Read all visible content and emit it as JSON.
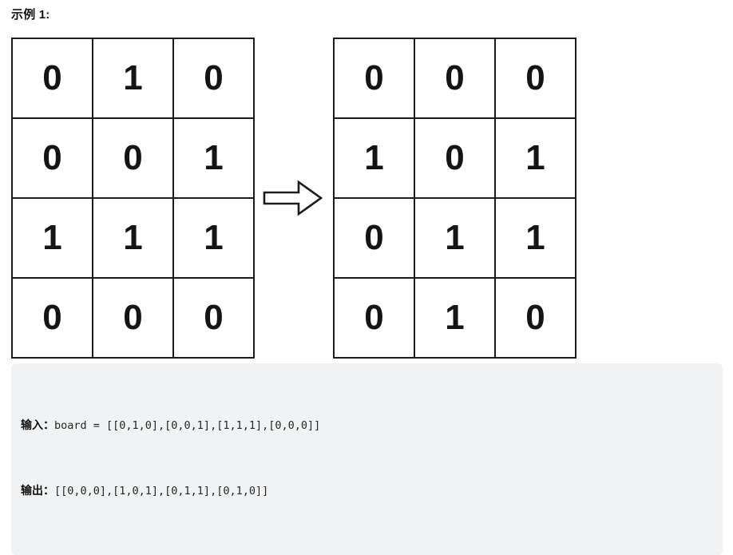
{
  "example": {
    "title": "示例 1:",
    "board_before": [
      [
        0,
        1,
        0
      ],
      [
        0,
        0,
        1
      ],
      [
        1,
        1,
        1
      ],
      [
        0,
        0,
        0
      ]
    ],
    "board_after": [
      [
        0,
        0,
        0
      ],
      [
        1,
        0,
        1
      ],
      [
        0,
        1,
        1
      ],
      [
        0,
        1,
        0
      ]
    ],
    "io": {
      "input_label": "输入：",
      "input_value": "board = [[0,1,0],[0,0,1],[1,1,1],[0,0,0]]",
      "output_label": "输出：",
      "output_value": "[[0,0,0],[1,0,1],[0,1,1],[0,1,0]]"
    },
    "colors": {
      "grid_line": "#1b1b1b",
      "cell_bg": "#ffffff",
      "code_block_bg": "#f1f2f3",
      "text": "#262626"
    }
  }
}
